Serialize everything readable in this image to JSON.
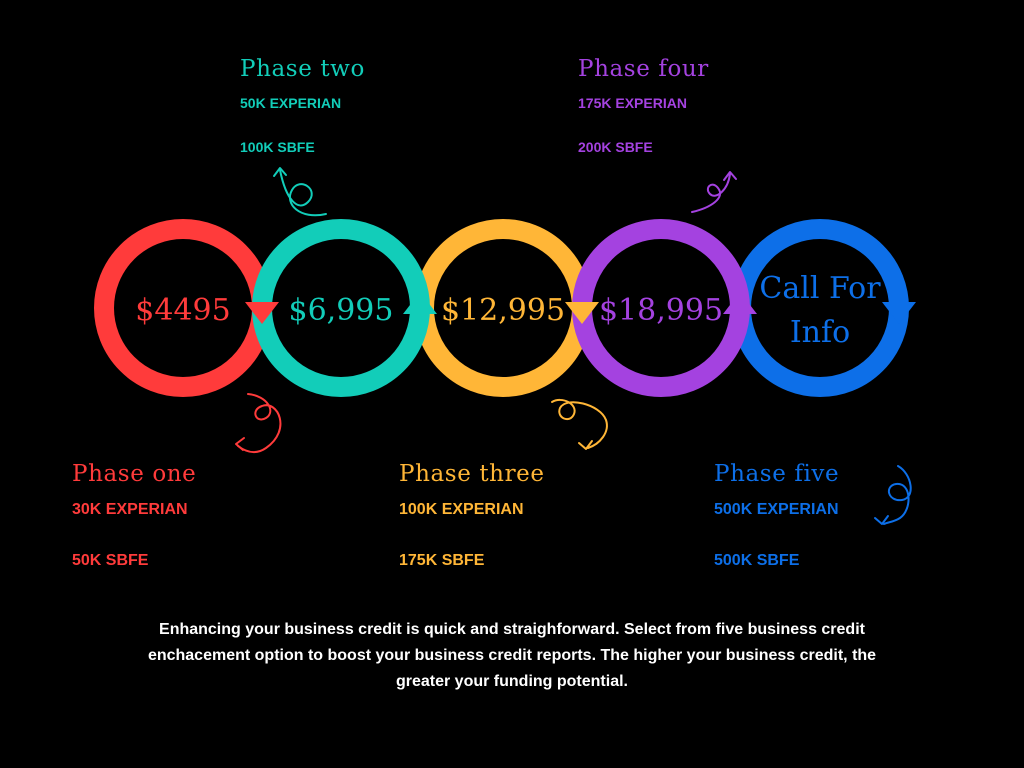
{
  "phases": [
    {
      "id": "one",
      "title": "Phase one",
      "price": "$4495",
      "lines": [
        "30K EXPERIAN",
        "50K SBFE"
      ],
      "color": "#ff3b3b",
      "position": "bottom"
    },
    {
      "id": "two",
      "title": "Phase two",
      "price": "$6,995",
      "lines": [
        "50K EXPERIAN",
        "100K SBFE"
      ],
      "color": "#12cdb9",
      "position": "top"
    },
    {
      "id": "three",
      "title": "Phase three",
      "price": "$12,995",
      "lines": [
        "100K EXPERIAN",
        "175K SBFE"
      ],
      "color": "#ffb637",
      "position": "bottom"
    },
    {
      "id": "four",
      "title": "Phase four",
      "price": "$18,995",
      "lines": [
        "175K EXPERIAN",
        "200K SBFE"
      ],
      "color": "#a442e0",
      "position": "top"
    },
    {
      "id": "five",
      "title": "Phase five",
      "price_lines": [
        "Call For",
        "Info"
      ],
      "lines": [
        "500K EXPERIAN",
        "500K SBFE"
      ],
      "color": "#0d6fe8",
      "position": "bottom"
    }
  ],
  "footer": {
    "line1": "Enhancing your business credit is quick and straighforward. Select from five business credit",
    "line2": "enchacement option to boost your business credit reports. The higher your business credit, the",
    "line3": "greater your funding potential."
  },
  "icons": {
    "ring_arrow": "arrowhead-icon",
    "decor": "curly-arrow-icon"
  }
}
